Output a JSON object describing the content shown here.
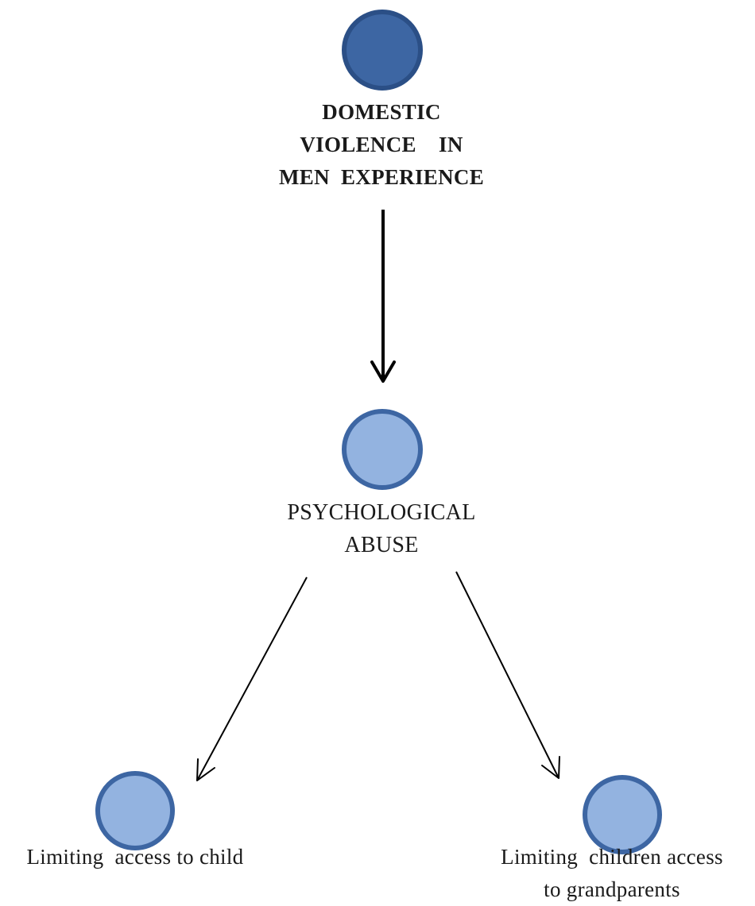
{
  "diagram": {
    "colors": {
      "root_fill": "#3d66a3",
      "root_stroke": "#2b4f86",
      "node_fill": "#93b3e0",
      "node_stroke": "#3d66a3",
      "edge": "#000000"
    },
    "root": {
      "lines": [
        "DOMESTIC",
        "VIOLENCE    IN",
        "MEN  EXPERIENCE"
      ]
    },
    "middle": {
      "lines": [
        "PSYCHOLOGICAL",
        "ABUSE"
      ]
    },
    "leaf_left": {
      "lines": [
        "Limiting  access to child"
      ]
    },
    "leaf_right": {
      "lines": [
        "Limiting  children access",
        "to grandparents"
      ]
    }
  }
}
